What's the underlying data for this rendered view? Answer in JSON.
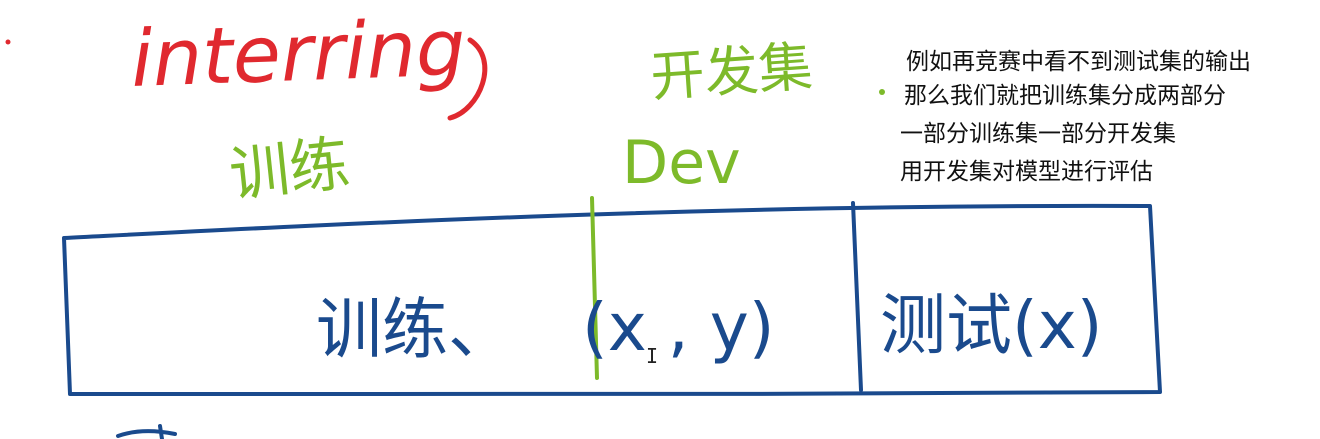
{
  "annotations": {
    "red_word": "interring",
    "green_train": "训练",
    "green_dev_cn": "开发集",
    "green_dev": "Dev",
    "box_train": "训练、",
    "box_xy": "(x , y)",
    "box_test": "测试(x)"
  },
  "notes": [
    "例如再竞赛中看不到测试集的输出",
    "那么我们就把训练集分成两部分",
    "一部分训练集一部分开发集",
    "用开发集对模型进行评估"
  ],
  "cursor_glyph": "I",
  "colors": {
    "red": "#e0292f",
    "green": "#7dba2a",
    "blue": "#1a4a8d",
    "text": "#111111"
  }
}
